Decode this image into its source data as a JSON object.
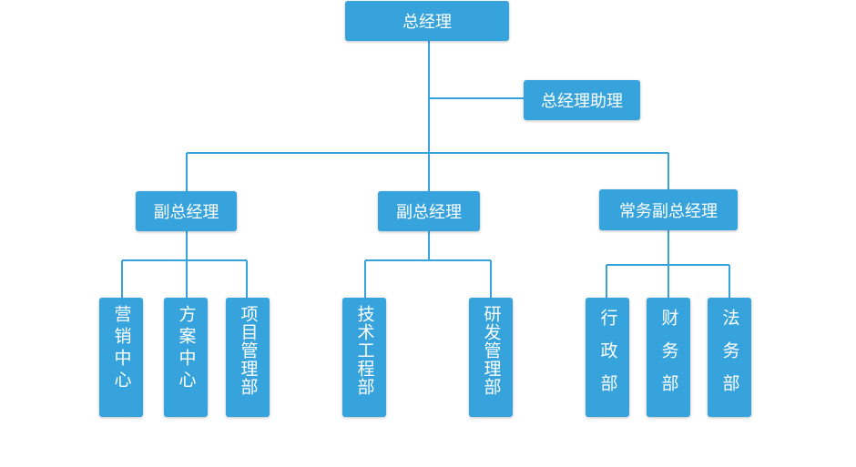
{
  "root": {
    "label": "总经理"
  },
  "assistant": {
    "label": "总经理助理"
  },
  "vice_managers": [
    {
      "label": "副总经理",
      "departments": [
        {
          "label": "营销中心"
        },
        {
          "label": "方案中心"
        },
        {
          "label": "项目管理部"
        }
      ]
    },
    {
      "label": "副总经理",
      "departments": [
        {
          "label": "技术工程部"
        },
        {
          "label": "研发管理部"
        }
      ]
    },
    {
      "label": "常务副总经理",
      "departments": [
        {
          "label": "行政部"
        },
        {
          "label": "财务部"
        },
        {
          "label": "法务部"
        }
      ]
    }
  ],
  "colors": {
    "node_fill": "#37a3dc",
    "connector": "#37a3dc",
    "text": "#ffffff",
    "background": "#ffffff"
  }
}
